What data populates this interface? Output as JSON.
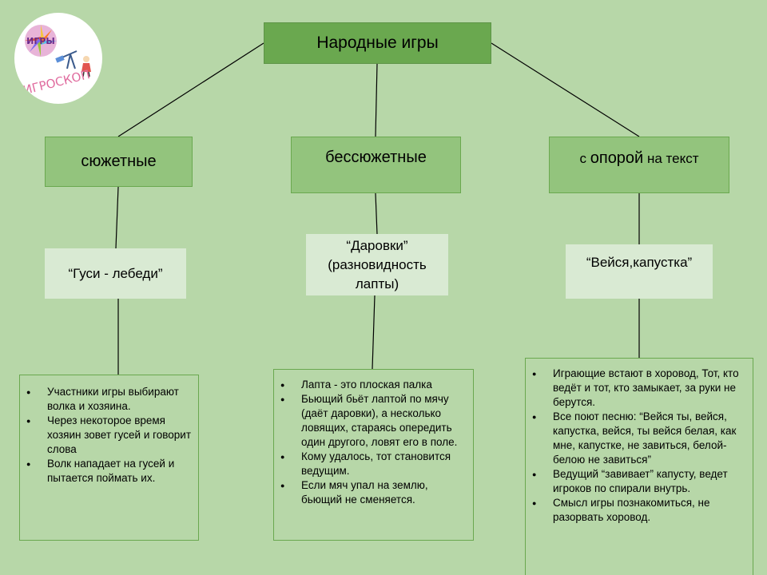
{
  "root": {
    "title": "Народные игры"
  },
  "categories": [
    {
      "main": "сюжетные"
    },
    {
      "main": "бессюжетные"
    },
    {
      "pre": "с ",
      "main": "опорой",
      "post": " на текст"
    }
  ],
  "games": [
    {
      "name": "“Гуси - лебеди”"
    },
    {
      "lines": [
        "“Даровки”",
        "(разновидность",
        "лапты)"
      ]
    },
    {
      "name": "“Вейся,капустка”"
    }
  ],
  "descriptions": [
    {
      "items": [
        "Участники игры выбирают волка и хозяина.",
        "Через некоторое время хозяин зовет гусей и говорит слова",
        "Волк нападает на гусей и пытается поймать их."
      ]
    },
    {
      "items": [
        "Лапта - это плоская палка",
        "Бьющий бьёт лаптой по мячу (даёт даровки), а несколько ловящих, стараясь опередить один другого, ловят его в поле.",
        "Кому удалось, тот становится ведущим.",
        "Если мяч упал на землю, бьющий не сменяется."
      ]
    },
    {
      "items": [
        "Играющие встают в хоровод, Тот, кто ведёт и тот, кто замыкает, за руки не берутся.",
        "Все поют песню: “Вейся ты, вейся, капустка, вейся, ты вейся белая, как мне, капустке, не завиться, белой-белою не завиться”",
        "Ведущий “завивает” капусту, ведет игроков по спирали внутрь.",
        "Смысл игры познакомиться, не разорвать хоровод."
      ]
    }
  ],
  "logo": {
    "text_top": "ИГРЫ",
    "text_bottom": "ИГРОСКОП"
  },
  "colors": {
    "background": "#b7d7a8",
    "root_fill": "#6aa84f",
    "category_fill": "#93c47d",
    "game_fill": "#d9ead3",
    "description_border": "#6aa84f"
  }
}
